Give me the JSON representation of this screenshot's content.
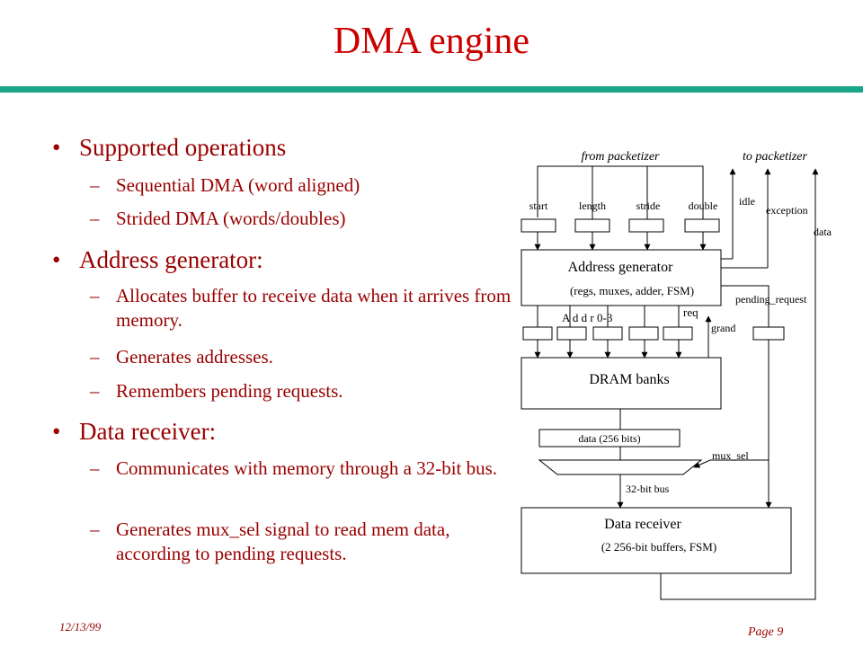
{
  "slide": {
    "title": "DMA engine",
    "date": "12/13/99",
    "page": "Page 9"
  },
  "bullets": [
    {
      "text": "Supported operations",
      "subs": [
        "Sequential DMA (word aligned)",
        "Strided DMA (words/doubles)"
      ]
    },
    {
      "text": "Address generator:",
      "subs": [
        "Allocates buffer to receive data when it arrives from memory.",
        "Generates addresses.",
        "Remembers pending requests."
      ]
    },
    {
      "text": "Data receiver:",
      "subs": [
        "Communicates with memory through a 32-bit bus.",
        "Generates mux_sel signal to read mem data, according to pending requests."
      ]
    }
  ],
  "bullet_glyph": "•",
  "dash_glyph": "–",
  "diagram": {
    "from_packetizer": "from packetizer",
    "to_packetizer": "to packetizer",
    "inputs": [
      "start",
      "length",
      "stride",
      "double"
    ],
    "idle": "idle",
    "exception": "exception",
    "data_out": "data",
    "address_generator": "Address generator",
    "address_generator_sub": "(regs, muxes, adder, FSM)",
    "pending_request": "pending_request",
    "addr": "A d d r 0-3",
    "req": "req",
    "grand": "grand",
    "dram_banks": "DRAM banks",
    "data_256": "data (256 bits)",
    "mux_sel": "mux_sel",
    "bus_32": "32-bit bus",
    "data_receiver": "Data receiver",
    "data_receiver_sub": "(2 256-bit buffers, FSM)"
  },
  "colors": {
    "title": "#cc0000",
    "text": "#990000",
    "rule": "#1aa58a"
  }
}
